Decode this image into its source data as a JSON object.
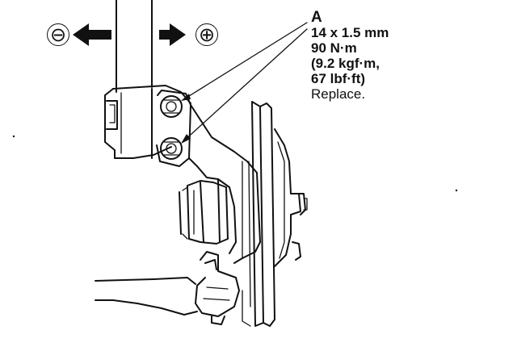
{
  "direction_indicator": {
    "minus_symbol": "⊖",
    "plus_symbol": "⊕",
    "arrow_left": "arrow-left-icon",
    "arrow_right": "arrow-right-icon"
  },
  "callout": {
    "reference_letter": "A",
    "bolt_size": "14 x 1.5 mm",
    "torque_nm": "90 N·m",
    "torque_kgf": "(9.2 kgf·m,",
    "torque_lbf": "67 lbf·ft)",
    "note": "Replace."
  },
  "illustration": {
    "parts": [
      "strut",
      "bracket",
      "bolt-upper",
      "bolt-lower",
      "knuckle",
      "brake-disc",
      "hub",
      "bushing",
      "ball-joint",
      "lower-arm"
    ]
  }
}
